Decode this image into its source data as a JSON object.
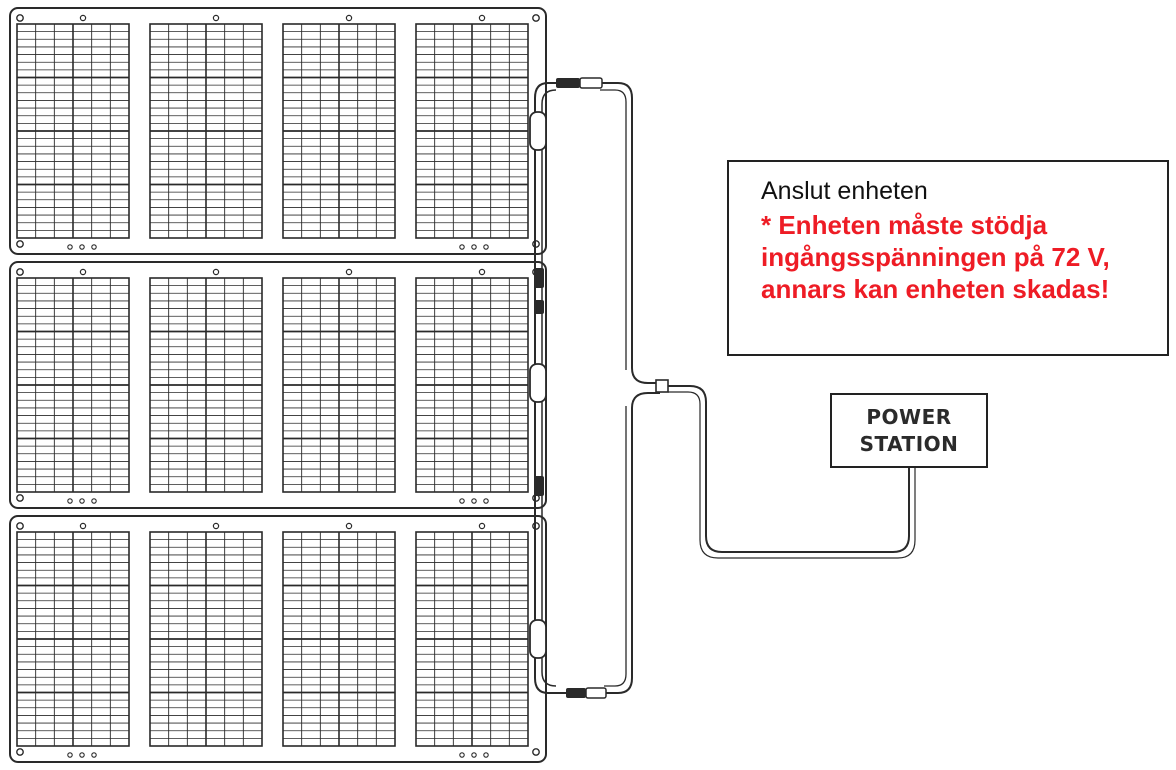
{
  "note": {
    "title": "Anslut enheten",
    "warning": "* Enheten måste stödja ingångsspänningen på 72 V, annars kan enheten skadas!",
    "warning_color": "#ee1c25"
  },
  "power_station": {
    "line1": "POWER",
    "line2": "STATION"
  },
  "solar_array": {
    "panel_count": 3,
    "modules_per_panel": 4
  },
  "colors": {
    "line": "#2a2a2a",
    "background": "#ffffff"
  }
}
